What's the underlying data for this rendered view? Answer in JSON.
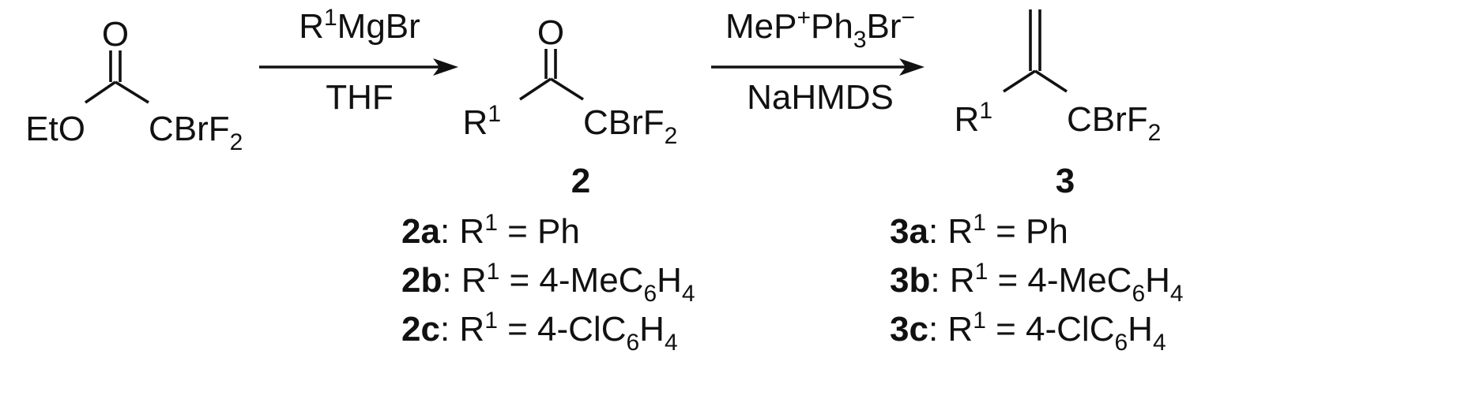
{
  "scheme": {
    "reactant": {
      "ester_oxygen": "O",
      "alkoxy": "EtO",
      "cf_group": {
        "main": "CBrF",
        "sub": "2"
      }
    },
    "step1": {
      "reagent": {
        "pre": "R",
        "sup": "1",
        "post": "MgBr"
      },
      "solvent": "THF"
    },
    "ketone": {
      "carbonyl_oxygen": "O",
      "r_group": {
        "main": "R",
        "sup": "1"
      },
      "cf_group": {
        "main": "CBrF",
        "sub": "2"
      },
      "number": "2"
    },
    "step2": {
      "reagent": {
        "part1": "MeP",
        "plus": "+",
        "part2": "Ph",
        "sub": "3",
        "part3": "Br",
        "minus": "−"
      },
      "base": "NaHMDS"
    },
    "alkene": {
      "r_group": {
        "main": "R",
        "sup": "1"
      },
      "cf_group": {
        "main": "CBrF",
        "sub": "2"
      },
      "number": "3"
    },
    "compounds_2": [
      {
        "id": "2a",
        "r": "R",
        "sup": "1",
        "eq": " = Ph",
        "sub": "",
        "tail": "",
        "sub2": ""
      },
      {
        "id": "2b",
        "r": "R",
        "sup": "1",
        "eq": " = 4-MeC",
        "sub": "6",
        "tail": "H",
        "sub2": "4"
      },
      {
        "id": "2c",
        "r": "R",
        "sup": "1",
        "eq": " = 4-ClC",
        "sub": "6",
        "tail": "H",
        "sub2": "4"
      }
    ],
    "compounds_3": [
      {
        "id": "3a",
        "r": "R",
        "sup": "1",
        "eq": " = Ph",
        "sub": "",
        "tail": "",
        "sub2": ""
      },
      {
        "id": "3b",
        "r": "R",
        "sup": "1",
        "eq": " = 4-MeC",
        "sub": "6",
        "tail": "H",
        "sub2": "4"
      },
      {
        "id": "3c",
        "r": "R",
        "sup": "1",
        "eq": " = 4-ClC",
        "sub": "6",
        "tail": "H",
        "sub2": "4"
      }
    ],
    "colon": ":"
  }
}
